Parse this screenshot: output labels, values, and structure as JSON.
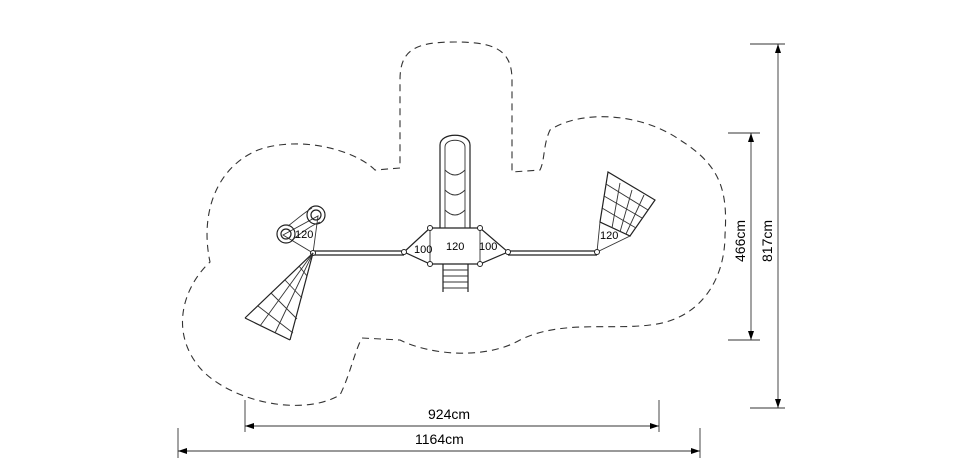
{
  "labels": {
    "left_platform": "120",
    "center_platform": "120",
    "center_left_deck": "100",
    "center_right_deck": "100",
    "right_platform": "120"
  },
  "dimensions": {
    "inner_width": "924cm",
    "outer_width": "1164cm",
    "inner_height": "466cm",
    "outer_height": "817cm"
  }
}
